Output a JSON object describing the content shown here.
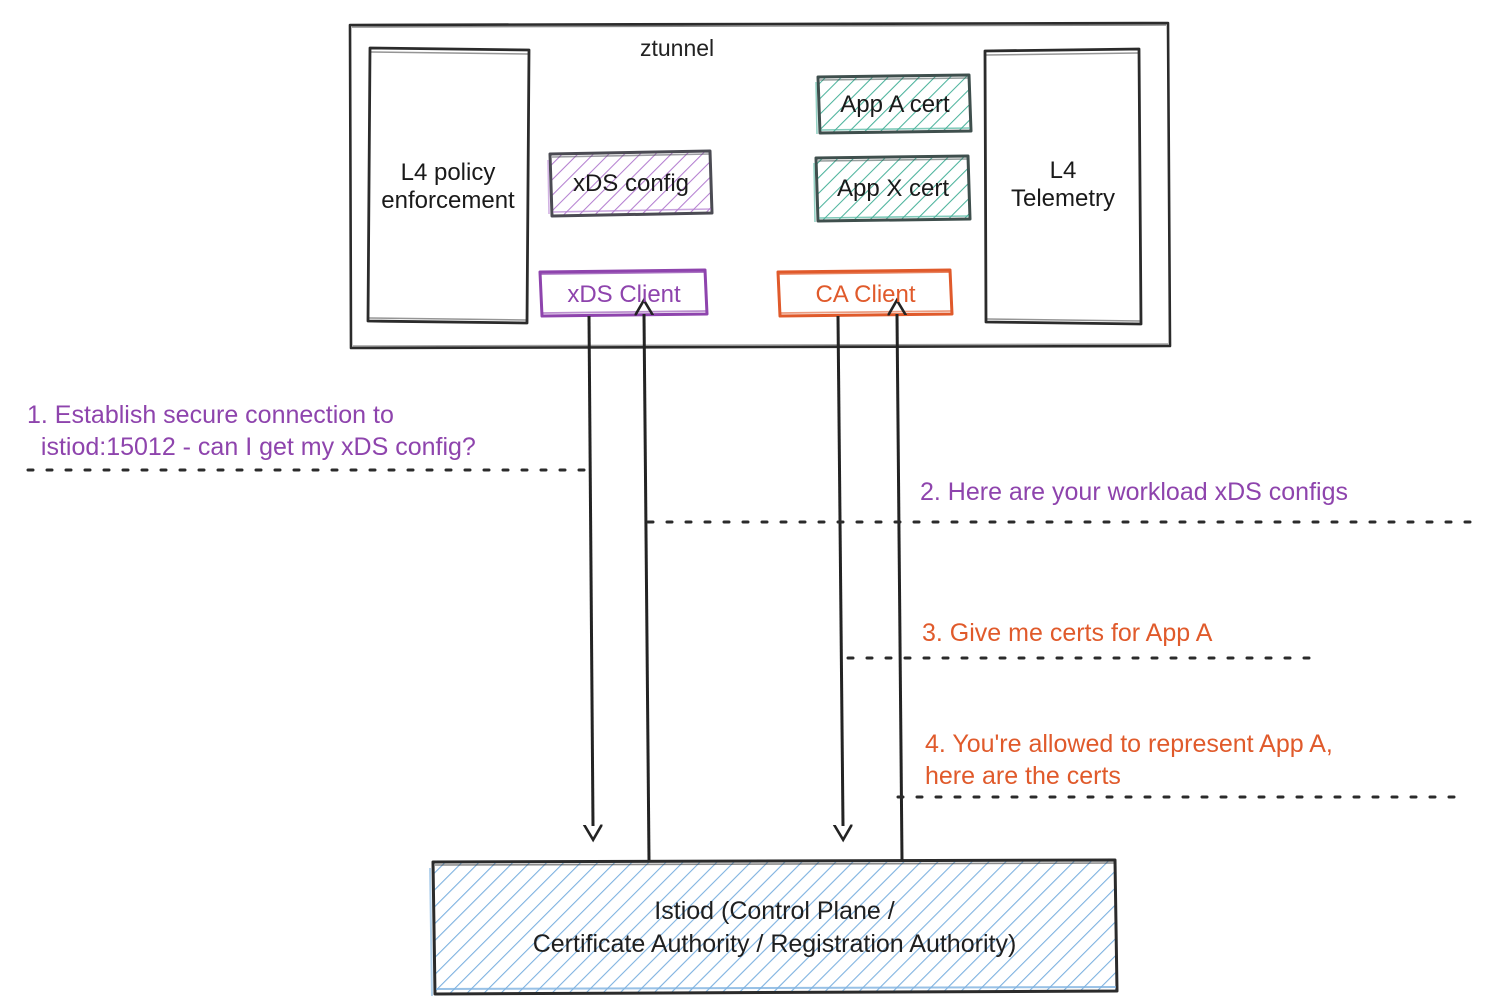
{
  "diagram": {
    "title_hidden": "ztunnel to Istiod xDS and certificate flow",
    "colors": {
      "purple": "#8e44ad",
      "orange": "#e05a2b",
      "teal": "#3f9e8c",
      "blue_hatch": "#5b9bd5",
      "ink": "#2b2b2b"
    }
  },
  "ztunnel": {
    "label": "ztunnel",
    "l4_policy": "L4 policy\nenforcement",
    "l4_telemetry": "L4\nTelemetry",
    "xds_config": "xDS config",
    "app_a_cert": "App A cert",
    "app_x_cert": "App X cert",
    "xds_client": "xDS Client",
    "ca_client": "CA Client"
  },
  "istiod": {
    "label": "Istiod (Control Plane /\nCertificate Authority / Registration Authority)"
  },
  "steps": [
    {
      "id": "step-1",
      "number": "1.",
      "text": "1. Establish secure connection to\n  istiod:15012 - can I get my xDS config?",
      "color": "purple",
      "direction": "ztunnel-to-istiod"
    },
    {
      "id": "step-2",
      "number": "2.",
      "text": "2. Here are your workload xDS configs",
      "color": "purple",
      "direction": "istiod-to-ztunnel"
    },
    {
      "id": "step-3",
      "number": "3.",
      "text": "3. Give me certs for App A",
      "color": "orange",
      "direction": "ztunnel-to-istiod"
    },
    {
      "id": "step-4",
      "number": "4.",
      "text": "4. You're allowed to represent App A,\nhere are the certs",
      "color": "orange",
      "direction": "istiod-to-ztunnel"
    }
  ],
  "connectors": [
    {
      "name": "xds-request-arrow",
      "from": "xDS Client",
      "to": "Istiod",
      "arrow": "down"
    },
    {
      "name": "xds-response-arrow",
      "from": "Istiod",
      "to": "xDS Client",
      "arrow": "up"
    },
    {
      "name": "ca-request-arrow",
      "from": "CA Client",
      "to": "Istiod",
      "arrow": "down"
    },
    {
      "name": "ca-response-arrow",
      "from": "Istiod",
      "to": "CA Client",
      "arrow": "up"
    }
  ]
}
